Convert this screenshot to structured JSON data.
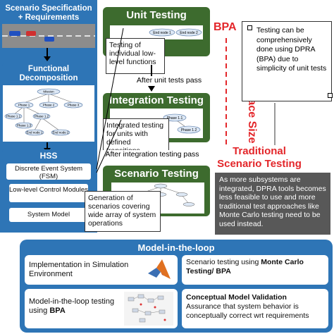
{
  "left": {
    "scenario_spec": "Scenario Specification + Requirements",
    "functional_decomp": "Functional Decomposition",
    "hss": "HSS",
    "des": "Discrete Event System (FSM)",
    "low_level": "Low-level Control Modules",
    "system_model": "System Model",
    "tree_nodes": [
      "Mission",
      "Phase 1",
      "Phase 2",
      "Phase 3",
      "Phase 1.1",
      "Phase 1.2",
      "Phase 1.3",
      "End node 1",
      "End node 2"
    ]
  },
  "center": {
    "unit_title": "Unit Testing",
    "unit_desc": "Testing of individual low-level functions",
    "unit_nodes": [
      "End node 1",
      "End node 2"
    ],
    "after_unit": "After unit tests pass",
    "integration_title": "Integration Testing",
    "integration_desc": "Integrated testing for units with defined transitions",
    "integration_nodes": [
      "Phase 1.1",
      "Phase 1.2"
    ],
    "after_integration": "After integration testing pass",
    "scenario_title": "Scenario Testing",
    "scenario_desc": "Generation of scenarios covering wide array of system operations"
  },
  "right": {
    "bpa": "BPA",
    "state_space": "State Space Size",
    "traditional": "Traditional Scenario Testing",
    "bpa_note": "Testing can be comprehensively done using DPRA (BPA) due to simplicity of unit tests",
    "dark_note": "As more subsystems are integrated, DPRA tools becomes less feasible to use and more traditional test approaches like Monte Carlo testing need to be used instead."
  },
  "mil": {
    "title": "Model-in-the-loop",
    "impl": "Implementation in Simulation Environment",
    "scenario_mc_pre": "Scenario testing using ",
    "scenario_mc_bold": "Monte Carlo Testing/ BPA",
    "mil_bpa_pre": "Model-in-the-loop testing using ",
    "mil_bpa_bold": "BPA",
    "conceptual_title": "Conceptual Model Validation",
    "conceptual_desc": "Assurance that system behavior is conceptually correct wrt requirements"
  },
  "colors": {
    "blue": "#2e75b6",
    "green": "#3d6b2e",
    "red": "#e3262a",
    "dark": "#585858"
  }
}
